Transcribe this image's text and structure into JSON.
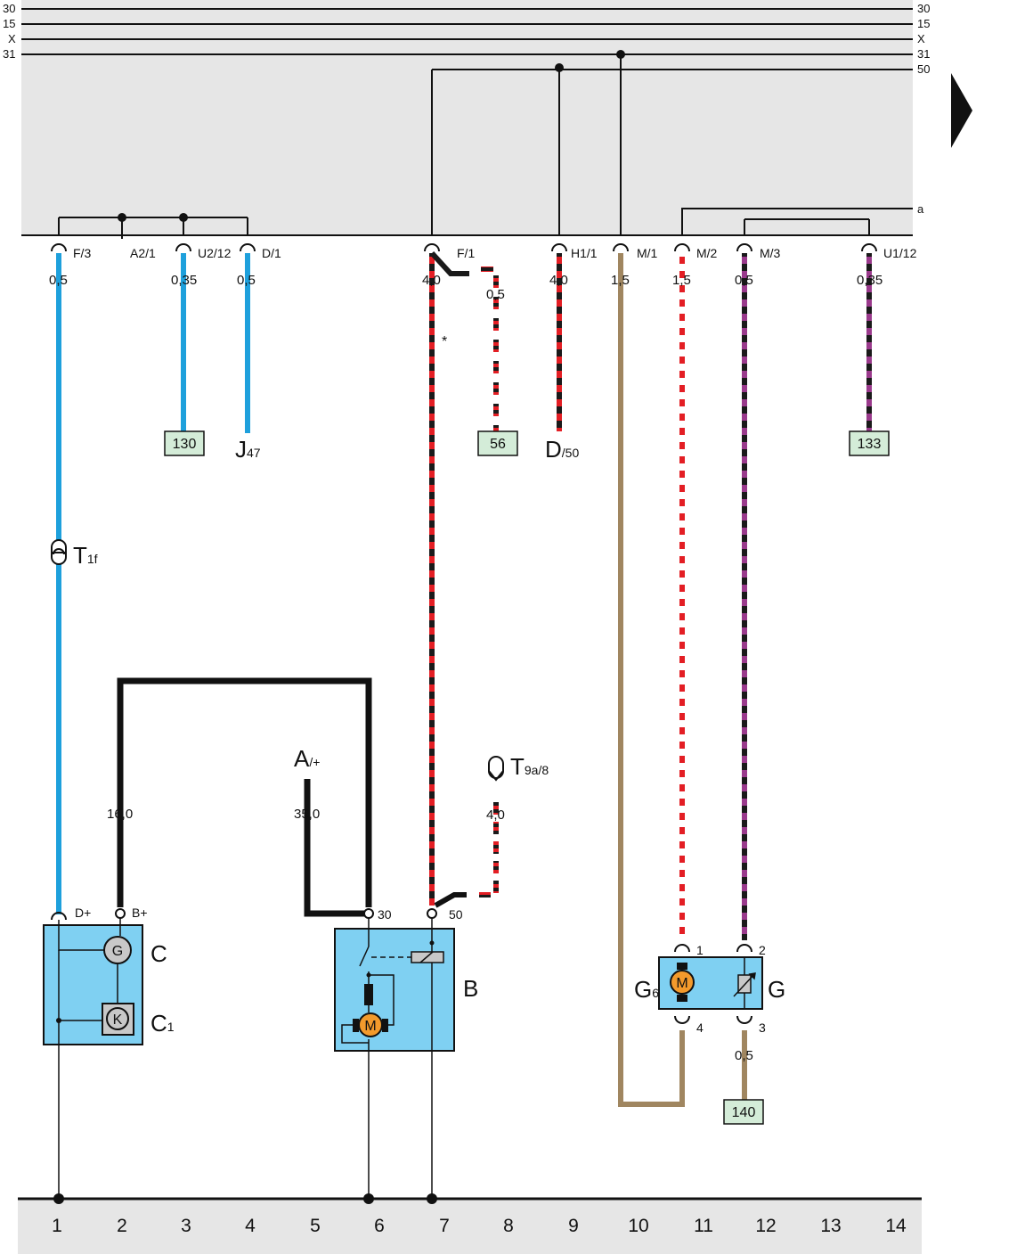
{
  "rails": [
    {
      "left": "30",
      "right": "30"
    },
    {
      "left": "15",
      "right": "15"
    },
    {
      "left": "X",
      "right": "X"
    },
    {
      "left": "31",
      "right": "31"
    },
    {
      "left": "",
      "right": "50"
    }
  ],
  "rail_a_label": "a",
  "connectors": [
    {
      "id": "F/3",
      "label": "F/3"
    },
    {
      "id": "A2/1",
      "label": "A2/1"
    },
    {
      "id": "U2/12",
      "label": "U2/12"
    },
    {
      "id": "D/1",
      "label": "D/1"
    },
    {
      "id": "F/1",
      "label": "F/1"
    },
    {
      "id": "H1/1",
      "label": "H1/1"
    },
    {
      "id": "M/1",
      "label": "M/1"
    },
    {
      "id": "M/2",
      "label": "M/2"
    },
    {
      "id": "M/3",
      "label": "M/3"
    },
    {
      "id": "U1/12",
      "label": "U1/12"
    }
  ],
  "wire_sizes": {
    "w1": "0,5",
    "w3": "0,35",
    "w4": "0,5",
    "w7a": "4,0",
    "w7b": "0,5",
    "w9": "4,0",
    "w10": "1,5",
    "w11": "1,5",
    "w12": "0,5",
    "w14": "0,35",
    "w2": "16,0",
    "w5": "35,0",
    "w8": "4,0",
    "w12b": "0,5"
  },
  "asterisk": "*",
  "refs": {
    "r130": "130",
    "r56": "56",
    "r133": "133",
    "r140": "140"
  },
  "labels": {
    "j47_main": "J",
    "j47_sub": "47",
    "d50_main": "D",
    "d50_sub": "/50",
    "t1f_main": "T",
    "t1f_sub": "1f",
    "t9a_main": "T",
    "t9a_sub": "9a/8",
    "a_main": "A",
    "a_sub": "/+"
  },
  "components": {
    "C": {
      "label": "C",
      "pin_dplus": "D+",
      "pin_bplus": "B+",
      "gen_symbol": "G"
    },
    "C1": {
      "main": "C",
      "sub": "1",
      "symbol": "K"
    },
    "B": {
      "label": "B",
      "pin_30": "30",
      "pin_50": "50",
      "motor_symbol": "M"
    },
    "G6": {
      "main": "G",
      "sub": "6",
      "motor_symbol": "M"
    },
    "G": {
      "label": "G",
      "pin1": "1",
      "pin2": "2",
      "pin3": "3",
      "pin4": "4"
    }
  },
  "column_numbers": [
    "1",
    "2",
    "3",
    "4",
    "5",
    "6",
    "7",
    "8",
    "9",
    "10",
    "11",
    "12",
    "13",
    "14"
  ]
}
